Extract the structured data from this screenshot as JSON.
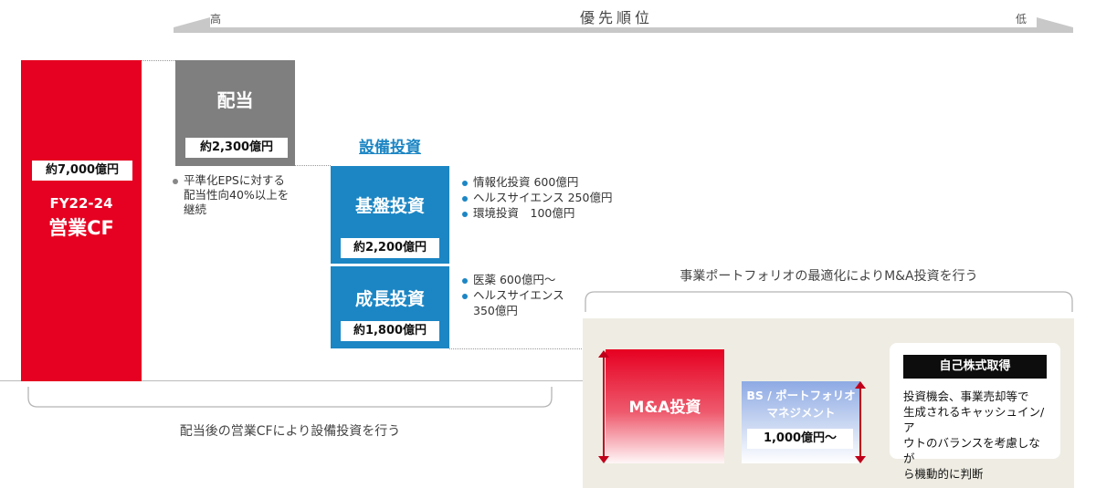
{
  "priority": {
    "title": "優先順位",
    "high": "高",
    "low": "低"
  },
  "operating_cf": {
    "amount": "約7,000億円",
    "label_line1": "FY22-24",
    "label_line2": "営業CF",
    "color": "#e60021"
  },
  "dividend": {
    "title": "配当",
    "amount": "約2,300億円",
    "note_lines": [
      "平準化EPSに対する",
      "配当性向40%以上を",
      "継続"
    ],
    "color": "#7f7f7f"
  },
  "capex": {
    "title": "設備投資",
    "color": "#1c86c4",
    "base": {
      "title": "基盤投資",
      "amount": "約2,200億円",
      "bullets": [
        "情報化投資 600億円",
        "ヘルスサイエンス 250億円",
        "環境投資　100億円"
      ]
    },
    "growth": {
      "title": "成長投資",
      "amount": "約1,800億円",
      "bullets": [
        "医薬 600億円〜",
        "ヘルスサイエンス",
        "350億円"
      ]
    }
  },
  "bottom_left_caption": "配当後の営業CFにより設備投資を行う",
  "portfolio": {
    "caption": "事業ポートフォリオの最適化によりM&A投資を行う",
    "ma_title": "M&A投資",
    "bs_title_line1": "BS / ポートフォリオ",
    "bs_title_line2": "マネジメント",
    "bs_amount": "1,000億円〜"
  },
  "buyback": {
    "title": "自己株式取得",
    "text_lines": [
      "投資機会、事業売却等で",
      "生成されるキャッシュイン/ア",
      "ウトのバランスを考慮しなが",
      "ら機動的に判断"
    ]
  }
}
